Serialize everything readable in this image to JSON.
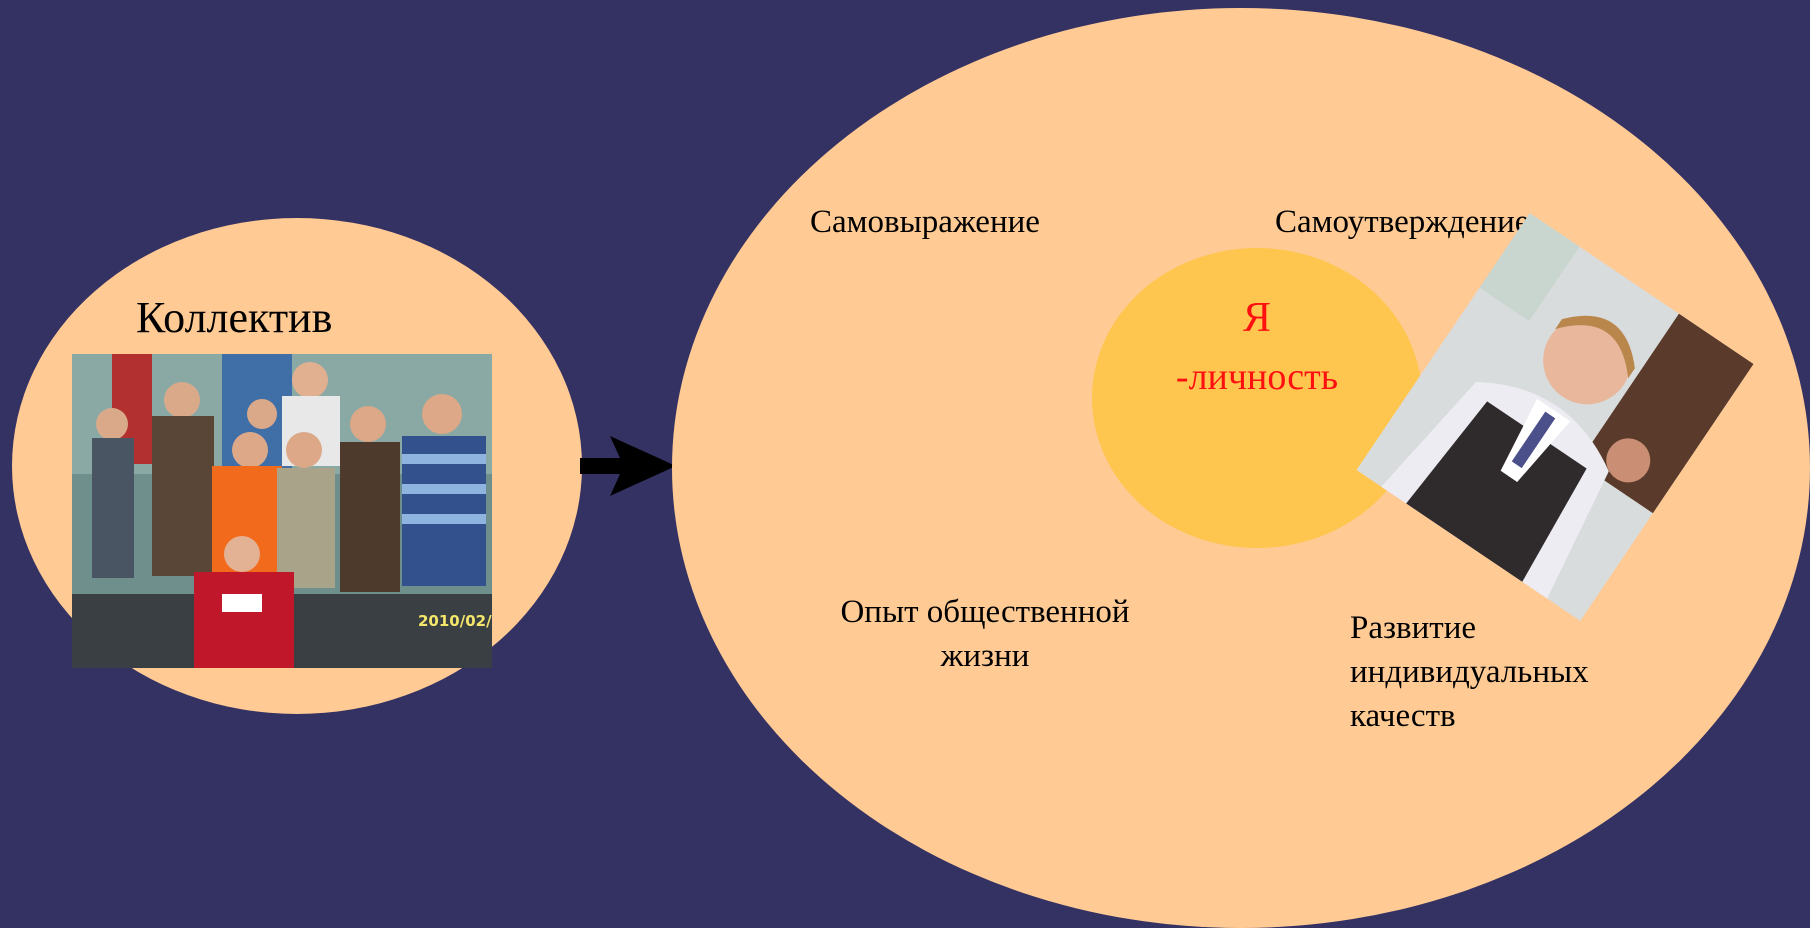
{
  "left_group": {
    "title": "Коллектив",
    "photo_date_stamp": "2010/02/"
  },
  "main_group": {
    "center": {
      "line1": "Я",
      "line2": "-личность"
    },
    "labels": {
      "self_expression": "Самовыражение",
      "self_assertion": "Самоутверждение",
      "social_experience": "Опыт общественной жизни",
      "individual_development": "Развитие индивидуальных качеств"
    }
  },
  "colors": {
    "background": "#343263",
    "ellipse_fill": "#ffca94",
    "center_fill": "#fec64f",
    "center_text": "#ff1010",
    "arrow": "#000000"
  }
}
